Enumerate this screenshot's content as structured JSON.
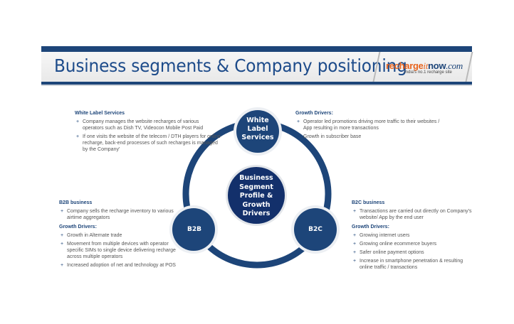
{
  "header": {
    "title": "Business segments & Company positioning",
    "logo": {
      "part1": "recharge",
      "part2": "it",
      "part3": "now",
      "part4": ".com",
      "tagline": "India's no.1 recharge site"
    }
  },
  "colors": {
    "navy": "#1d4579",
    "dark_navy": "#13306b",
    "title_blue": "#1d4b8a",
    "logo_orange": "#e8641e"
  },
  "diagram": {
    "center": "Business Segment Profile & Growth Drivers",
    "center_lines": [
      "Business",
      "Segment",
      "Profile &",
      "Growth",
      "Drivers"
    ],
    "nodes": {
      "top_lines": [
        "White",
        "Label",
        "Services"
      ],
      "left": "B2B",
      "right": "B2C"
    }
  },
  "white_label": {
    "heading": "White Label Services",
    "bullets": [
      "Company manages the website recharges of various operators such as  Dish TV, Videocon Mobile Post Paid",
      "If one visits the website of the telecom / DTH players for online recharge, back-end processes of such recharges is managed by the Company'"
    ]
  },
  "white_label_growth": {
    "heading": "Growth Drivers:",
    "bullets": [
      "Operator led promotions driving more traffic to their websites / App resulting in more transactions",
      "Growth in subscriber base"
    ]
  },
  "b2b": {
    "heading": "B2B business",
    "bullets": [
      "Company sells the recharge inventory to various airtime aggregators"
    ],
    "growth_heading": "Growth Drivers:",
    "growth_bullets": [
      "Growth in Alternate trade",
      "Movement from multiple devices with operator specific SIMs to single device delivering recharge across multiple operators",
      "Increased adoption of net and technology at POS"
    ]
  },
  "b2c": {
    "heading": "B2C business",
    "bullets": [
      "Transactions are carried out directly on Company's website/ App by the end user"
    ],
    "growth_heading": "Growth Drivers:",
    "growth_bullets": [
      "Growing internet users",
      "Growing online ecommerce buyers",
      "Safer online payment options",
      "Increase in smartphone penetration & resulting online traffic / transactions"
    ]
  },
  "bullet_glyph": "+"
}
